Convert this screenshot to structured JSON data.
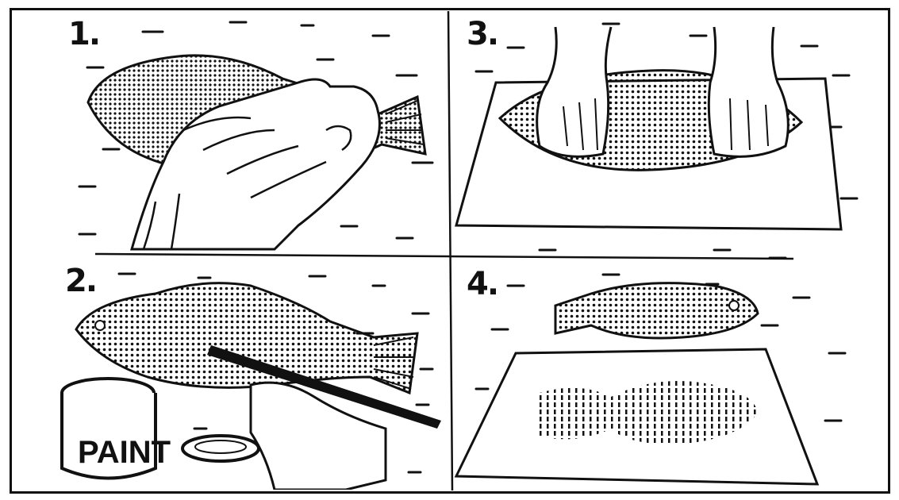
{
  "steps": [
    {
      "number": "1."
    },
    {
      "number": "2."
    },
    {
      "number": "3."
    },
    {
      "number": "4."
    }
  ],
  "paint_can": {
    "label": "PAINT"
  },
  "colors": {
    "ink": "#111111",
    "paper": "#ffffff"
  }
}
